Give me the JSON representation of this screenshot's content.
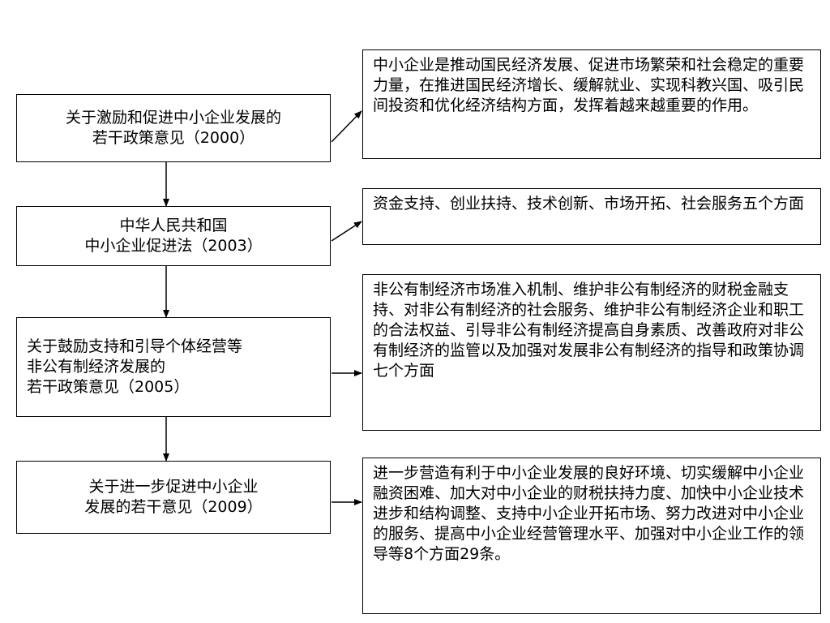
{
  "policies": [
    {
      "title": "关于激励和促进中小企业发展的\n若干政策意见（2000）",
      "content": "中小企业是推动国民经济发展、促进市场繁荣和社会稳定的重要力量，在推进国民经济增长、缓解就业、实现科教兴国、吸引民间投资和优化经济结构方面，发挥着越来越重要的作用。"
    },
    {
      "title": "中华人民共和国\n中小企业促进法（2003）",
      "content": "资金支持、创业扶持、技术创新、市场开拓、社会服务五个方面"
    },
    {
      "title": "关于鼓励支持和引导个体经营等\n非公有制经济发展的\n若干政策意见（2005）",
      "content": "非公有制经济市场准入机制、维护非公有制经济的财税金融支持、对非公有制经济的社会服务、维护非公有制经济企业和职工的合法权益、引导非公有制经济提高自身素质、改善政府对非公有制经济的监管以及加强对发展非公有制经济的指导和政策协调七个方面"
    },
    {
      "title": "关于进一步促进中小企业\n发展的若干意见（2009）",
      "content": "进一步营造有利于中小企业发展的良好环境、切实缓解中小企业融资困难、加大对中小企业的财税扶持力度、加快中小企业技术进步和结构调整、支持中小企业开拓市场、努力改进对中小企业的服务、提高中小企业经营管理水平、加强对中小企业工作的领导等8个方面29条。"
    }
  ]
}
